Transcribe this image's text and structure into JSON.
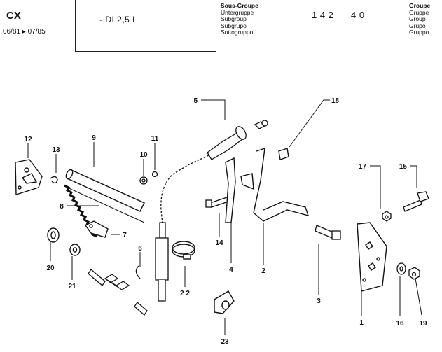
{
  "header": {
    "model": "CX",
    "dates": "06/81 ▸ 07/85",
    "engine": "- DI 2,5 L",
    "subgroup_labels": [
      "Sous-Groupe",
      "Untergruppe",
      "Subgroup",
      "Subgrupo",
      "Sottogruppo"
    ],
    "group_labels": [
      "Groupe",
      "Gruppe",
      "Group",
      "Grupo",
      "Gruppo"
    ],
    "code_a": "1 4 2",
    "code_b": "4 0"
  },
  "callouts": [
    "1",
    "2",
    "3",
    "4",
    "5",
    "6",
    "7",
    "8",
    "9",
    "10",
    "11",
    "12",
    "13",
    "14",
    "15",
    "16",
    "17",
    "18",
    "19",
    "20",
    "21",
    "2 2",
    "23"
  ]
}
